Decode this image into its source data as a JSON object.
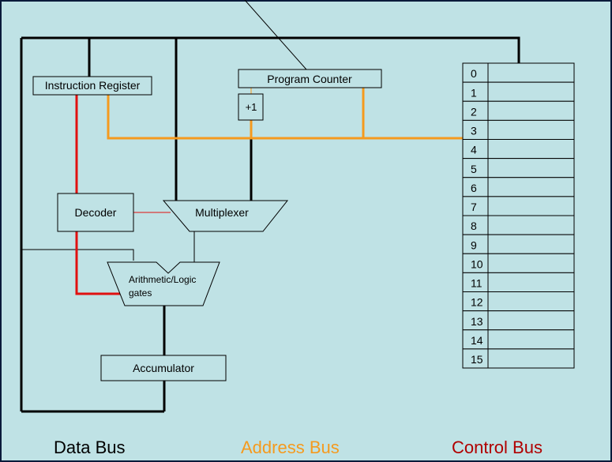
{
  "components": {
    "instruction_register": "Instruction Register",
    "program_counter": "Program Counter",
    "increment": "+1",
    "decoder": "Decoder",
    "multiplexer": "Multiplexer",
    "alu_line1": "Arithmetic/Logic",
    "alu_line2": "gates",
    "accumulator": "Accumulator"
  },
  "memory": {
    "addresses": [
      "0",
      "1",
      "2",
      "3",
      "4",
      "5",
      "6",
      "7",
      "8",
      "9",
      "10",
      "11",
      "12",
      "13",
      "14",
      "15"
    ]
  },
  "legend": {
    "data_bus": "Data Bus",
    "address_bus": "Address Bus",
    "control_bus": "Control Bus"
  },
  "colors": {
    "background": "#bfe2e5",
    "data_bus": "#000000",
    "address_bus": "#f59a1e",
    "control_bus": "#e01010",
    "control_bus_label": "#b00000"
  }
}
